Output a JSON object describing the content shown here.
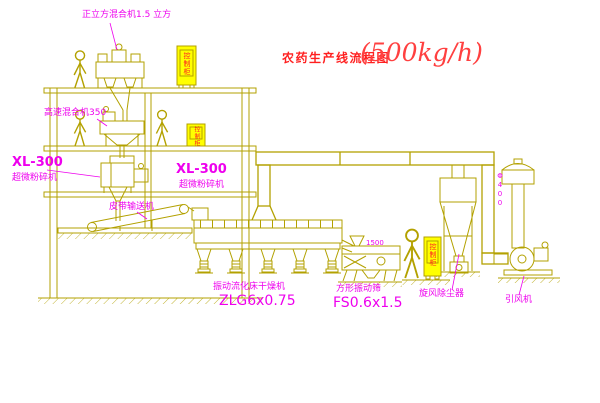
{
  "title": {
    "text": "农药生产线流程图",
    "capacity": "(500kg/h)"
  },
  "equipment_labels": {
    "cube_mixer": "正立方混合机1.5 立方",
    "high_speed_mixer": "高速混合机350",
    "mill_left": {
      "model": "XL-300",
      "name": "超微粉碎机"
    },
    "mill_right": {
      "model": "XL-300",
      "name": "超微粉碎机"
    },
    "belt_conveyor": "皮带输送机",
    "dryer": {
      "name": "振动流化床干燥机",
      "model": "ZLG6x0.75"
    },
    "screen": {
      "name": "方形振动筛",
      "model": "FS0.6x1.5"
    },
    "cyclone": "旋风除尘器",
    "fan": "引风机"
  },
  "annotations": {
    "duct_diameter": "Φ400",
    "screen_dimension": "1500",
    "cabinet_text": "控制柜"
  },
  "colors": {
    "line": "#b3a100",
    "label_magenta": "#ee00ee",
    "title_red": "#ff2020",
    "cabinet_fill": "#ffff00",
    "background": "#ffffff"
  }
}
